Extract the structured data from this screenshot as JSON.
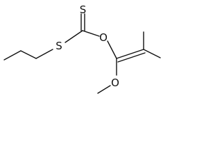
{
  "molecule": {
    "atoms": {
      "thione_sulfur": "S",
      "thioether_sulfur": "S",
      "ester_oxygen": "O",
      "methoxy_oxygen": "O"
    }
  }
}
